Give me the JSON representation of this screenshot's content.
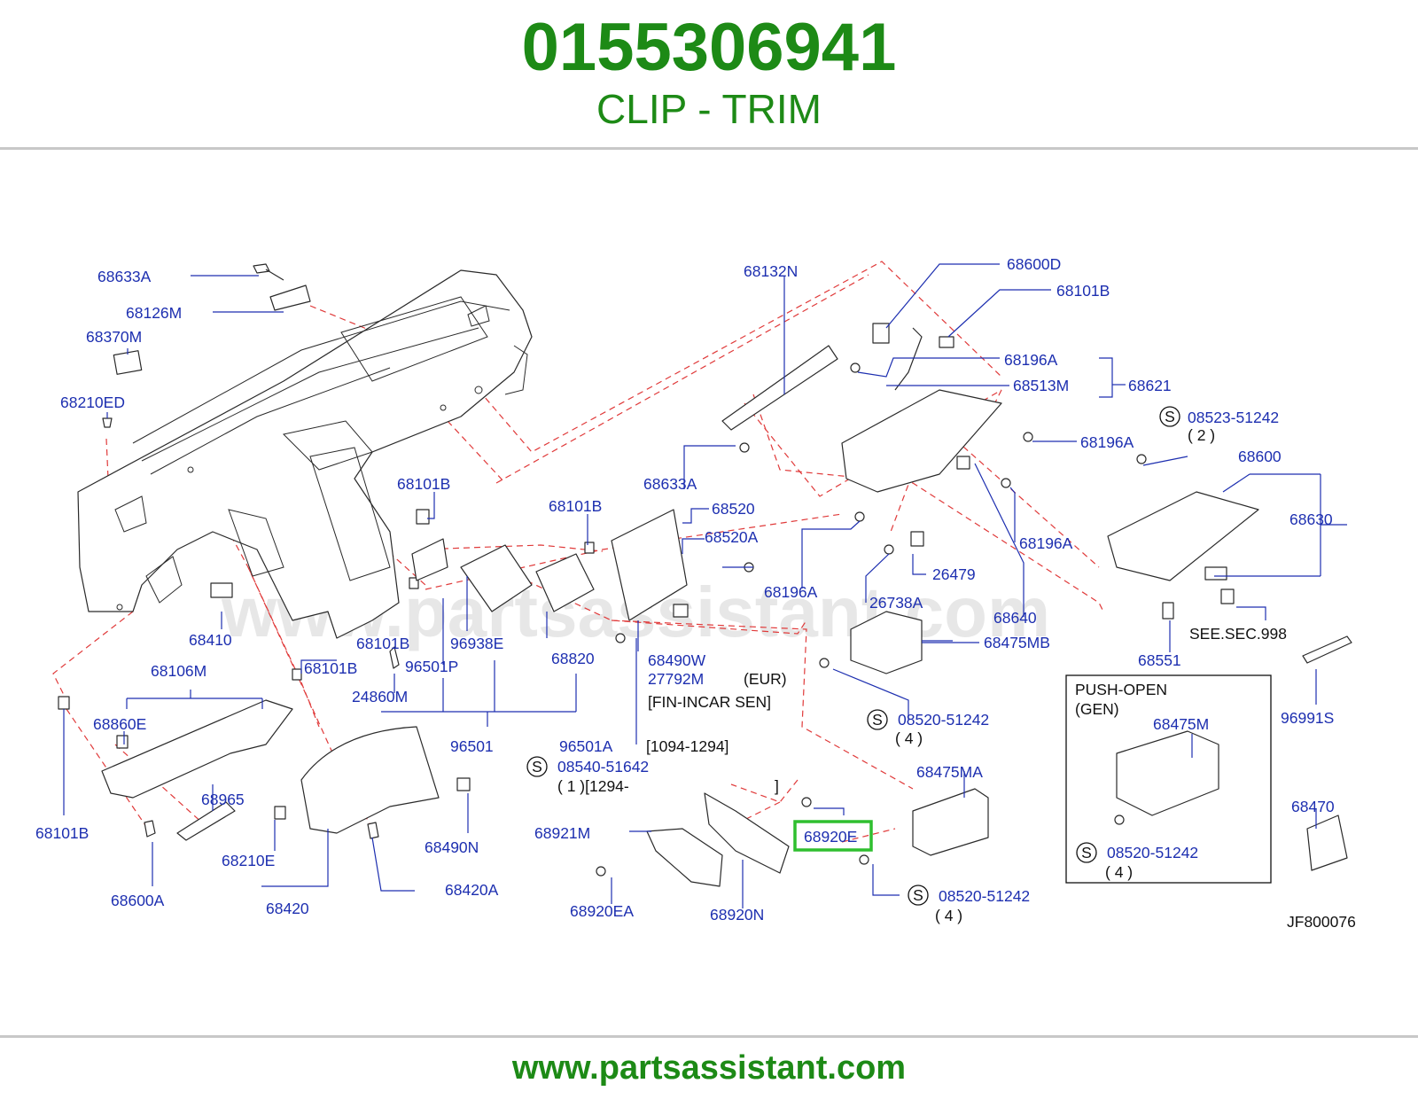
{
  "header": {
    "part_number": "0155306941",
    "part_name": "CLIP - TRIM"
  },
  "footer": {
    "url": "www.partsassistant.com"
  },
  "diagram": {
    "watermark": "www.partsassistant.com",
    "diagram_code": "JF800076",
    "highlighted": "68920E",
    "labels": {
      "l68633A_1": "68633A",
      "l68126M": "68126M",
      "l68370M": "68370M",
      "l68210ED": "68210ED",
      "l68101B_1": "68101B",
      "l68101B_2": "68101B",
      "l68101B_3": "68101B",
      "l68101B_4": "68101B",
      "l68101B_5": "68101B",
      "l68101B_6": "68101B",
      "l68410": "68410",
      "l68106M": "68106M",
      "l68860E": "68860E",
      "l68965": "68965",
      "l68210E": "68210E",
      "l68420": "68420",
      "l68600A": "68600A",
      "l68420A": "68420A",
      "l68490N": "68490N",
      "l24860M": "24860M",
      "l96501P": "96501P",
      "l96938E": "96938E",
      "l68820": "68820",
      "l96501": "96501",
      "l96501A": "96501A",
      "l68132N": "68132N",
      "l68633A_2": "68633A",
      "l68520": "68520",
      "l68520A": "68520A",
      "l68490W": "68490W",
      "l27792M": "27792M",
      "l68921M": "68921M",
      "l68920EA": "68920EA",
      "l68920N": "68920N",
      "l68920E": "68920E",
      "l68600D": "68600D",
      "l68196A_1": "68196A",
      "l68196A_2": "68196A",
      "l68196A_3": "68196A",
      "l68196A_4": "68196A",
      "l68513M": "68513M",
      "l68621": "68621",
      "l26479": "26479",
      "l26738A": "26738A",
      "l68640": "68640",
      "l68475MB": "68475MB",
      "l68475MA": "68475MA",
      "l68600": "68600",
      "l68630": "68630",
      "l68551": "68551",
      "l96991S": "96991S",
      "l68475M": "68475M",
      "l68470": "68470",
      "s08523": "08523-51242",
      "s08520_1": "08520-51242",
      "s08540": "08540-51642",
      "s08520_2": "08520-51242",
      "s08520_3": "08520-51242"
    },
    "notes": {
      "eur": "(EUR)",
      "fin_incar": "[FIN-INCAR   SEN]",
      "date_1094": "[1094-1294]",
      "qty_1": "(   1   )[1294-",
      "bracket_close": "]",
      "qty_2": "(   2   )",
      "qty_4a": "(   4   )",
      "qty_4b": "(   4   )",
      "qty_4c": "(   4   )",
      "see_sec": "SEE.SEC.998",
      "push_open": "PUSH-OPEN",
      "gen": "(GEN)",
      "symbol_s": "S"
    }
  }
}
